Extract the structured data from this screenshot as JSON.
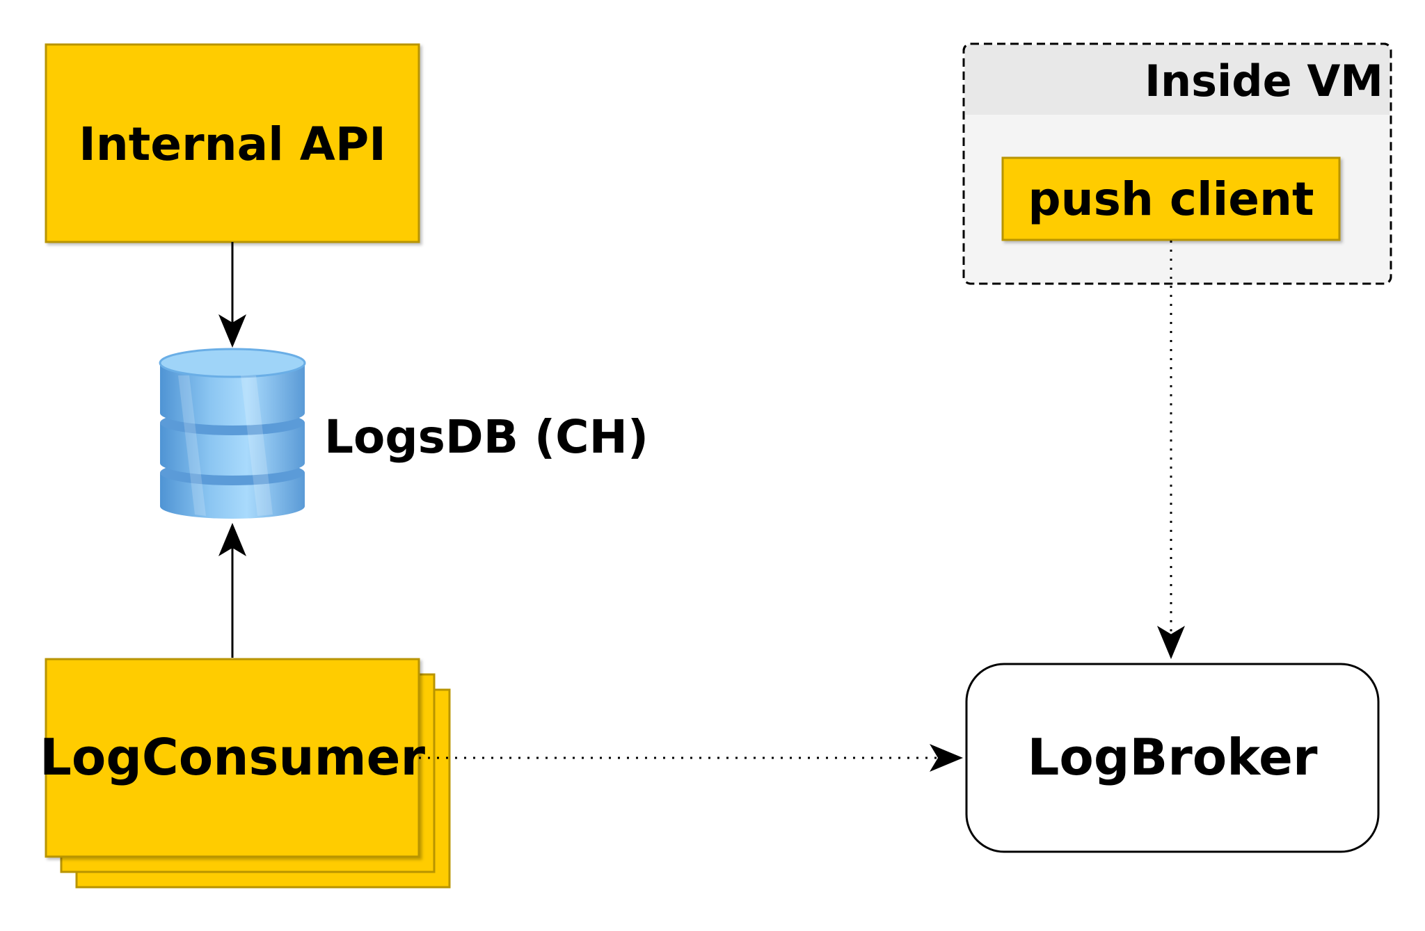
{
  "diagram": {
    "nodes": {
      "internal_api": {
        "label": "Internal API",
        "shape": "rectangle"
      },
      "logs_db": {
        "label": "LogsDB (CH)",
        "shape": "database-icon"
      },
      "log_consumer": {
        "label": "LogConsumer",
        "shape": "stacked-rectangles"
      },
      "log_broker": {
        "label": "LogBroker",
        "shape": "rounded-rectangle"
      },
      "push_client": {
        "label": "push client",
        "shape": "rectangle"
      }
    },
    "groups": {
      "inside_vm": {
        "label": "Inside VM",
        "border": "dashed"
      }
    },
    "edges": [
      {
        "from": "Internal API",
        "to": "LogsDB (CH)",
        "style": "solid"
      },
      {
        "from": "LogConsumer",
        "to": "LogsDB (CH)",
        "style": "solid"
      },
      {
        "from": "LogConsumer",
        "to": "LogBroker",
        "style": "dotted"
      },
      {
        "from": "push client",
        "to": "LogBroker",
        "style": "dotted"
      }
    ]
  },
  "colors": {
    "node_fill": "#ffcc00",
    "node_border": "#b89400",
    "group_fill": "#f4f4f4",
    "group_header_fill": "#e8e8e8",
    "db_blue_light": "#a6d8fb",
    "db_blue": "#6aaee6",
    "db_blue_dark": "#3a7fc0",
    "edge": "#000000"
  }
}
